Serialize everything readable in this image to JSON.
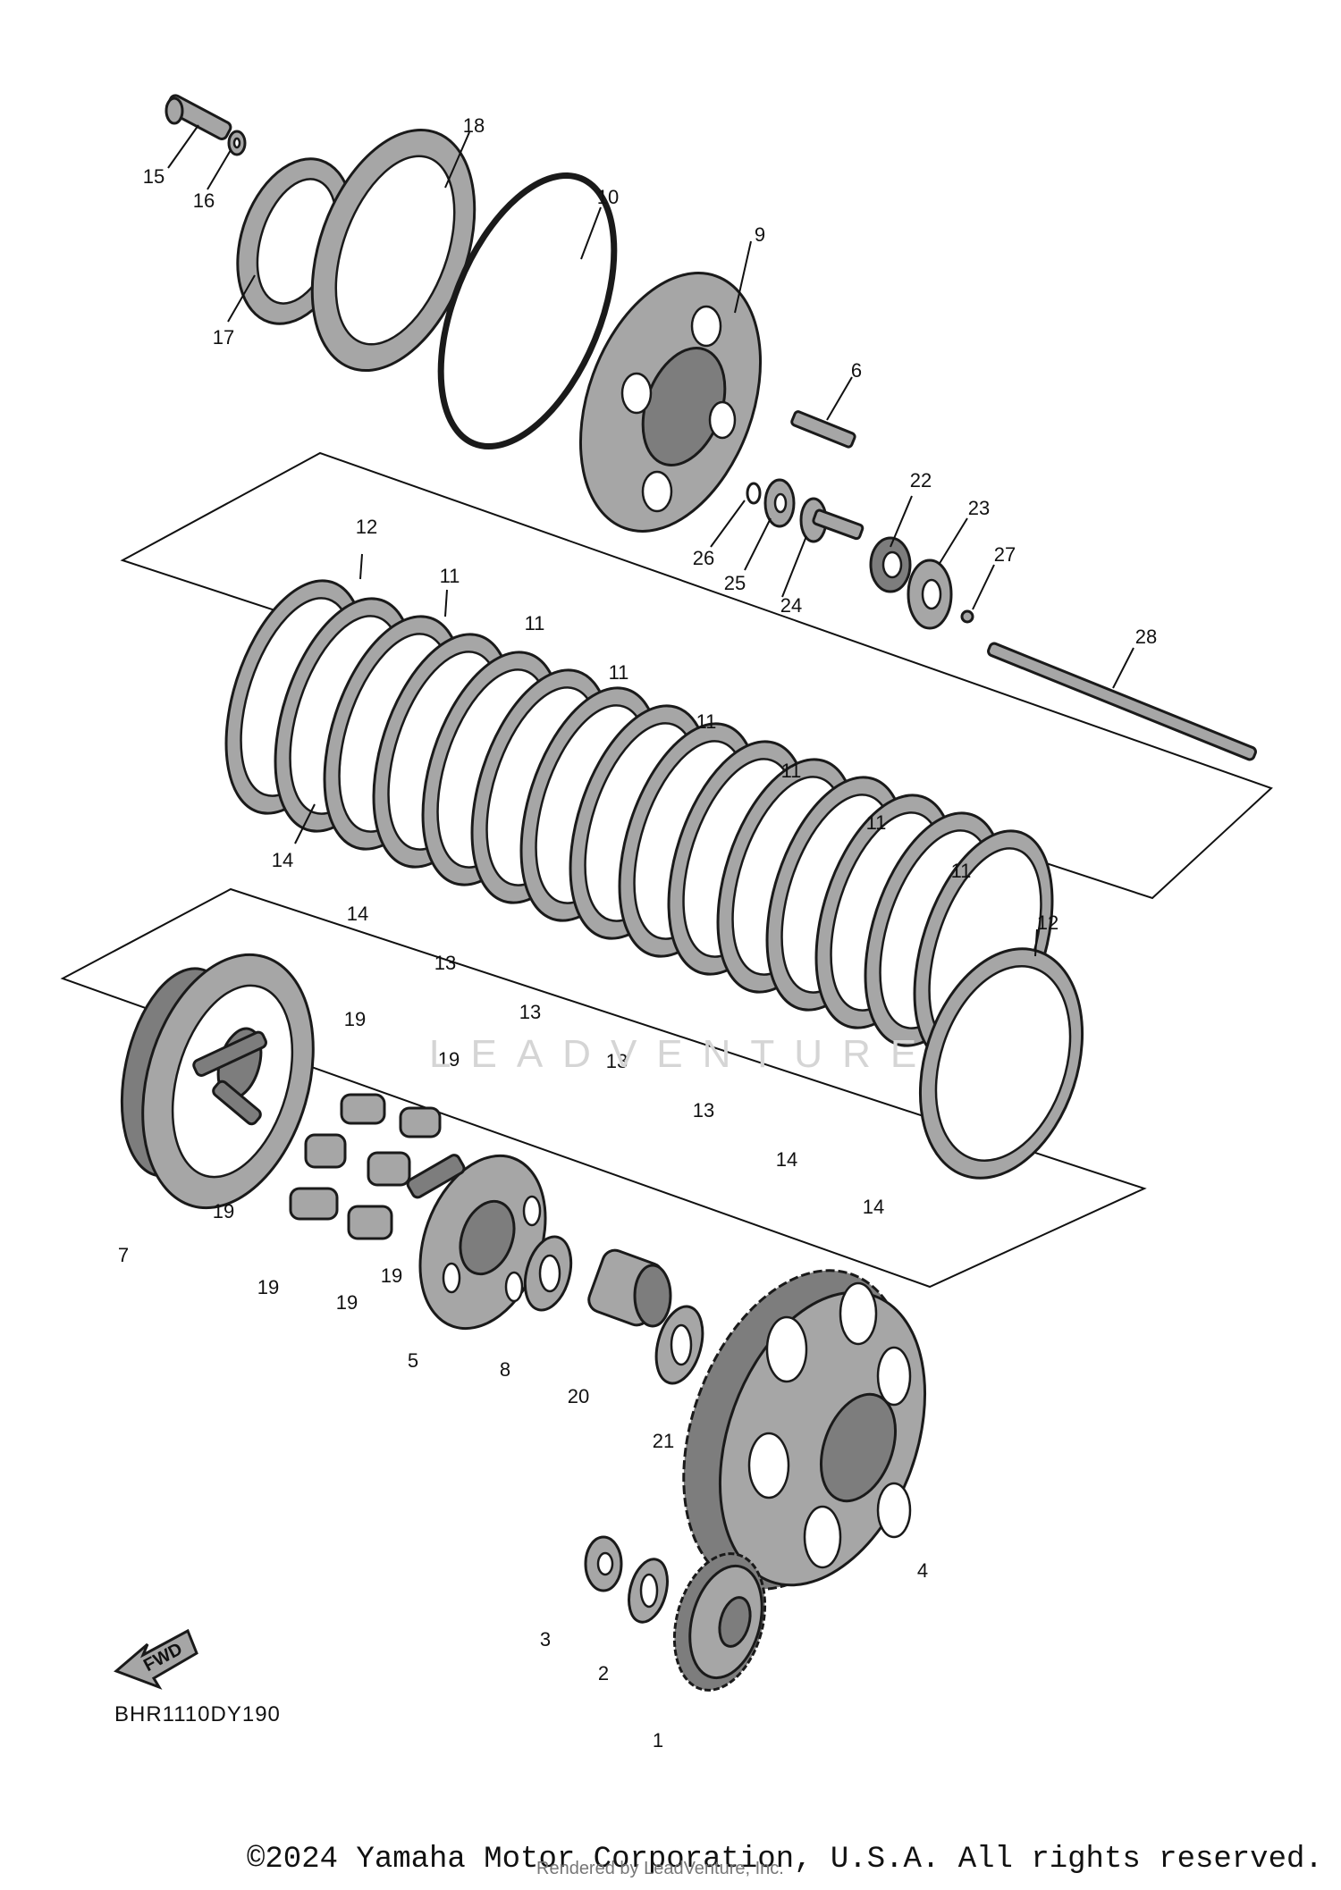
{
  "diagram": {
    "drawing_code": "BHR1110DY190",
    "fwd_label": "FWD",
    "watermark": "LEADVENTURE",
    "copyright": "©2024 Yamaha Motor Corporation, U.S.A. All rights reserved.",
    "rendered_by": "Rendered by LeadVenture, Inc.",
    "part_numbers": {
      "p1": "1",
      "p2": "2",
      "p3": "3",
      "p4": "4",
      "p5": "5",
      "p6": "6",
      "p7": "7",
      "p8": "8",
      "p9": "9",
      "p10": "10",
      "p11": "11",
      "p12": "12",
      "p13": "13",
      "p14": "14",
      "p15": "15",
      "p16": "16",
      "p17": "17",
      "p18": "18",
      "p19": "19",
      "p20": "20",
      "p21": "21",
      "p22": "22",
      "p23": "23",
      "p24": "24",
      "p25": "25",
      "p26": "26",
      "p27": "27",
      "p28": "28"
    }
  }
}
